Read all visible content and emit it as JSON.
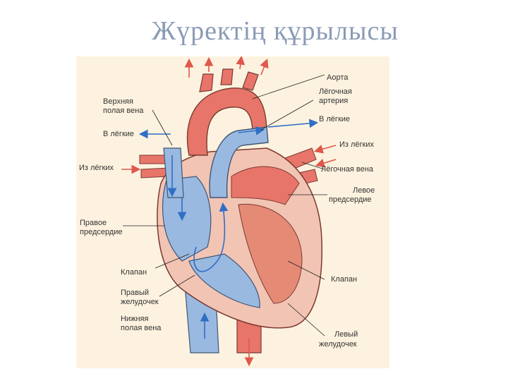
{
  "title": "Жүректің құрылысы",
  "labels": {
    "aorta": "Аорта",
    "pulmonary_artery_1": "Лёгочная",
    "pulmonary_artery_2": "артерия",
    "to_lungs_right": "В лёгкие",
    "from_lungs_right": "Из лёгких",
    "pulmonary_vein": "Лёгочная вена",
    "left_atrium_1": "Левое",
    "left_atrium_2": "предсердие",
    "valve_right": "Клапан",
    "left_ventricle_1": "Левый",
    "left_ventricle_2": "желудочек",
    "superior_vena_cava_1": "Верхняя",
    "superior_vena_cava_2": "полая вена",
    "to_lungs_left": "В лёгкие",
    "from_lungs_left": "Из лёгких",
    "right_atrium_1": "Правое",
    "right_atrium_2": "предсердие",
    "valve_left": "Клапан",
    "right_ventricle_1": "Правый",
    "right_ventricle_2": "желудочек",
    "inferior_vena_cava_1": "Нижняя",
    "inferior_vena_cava_2": "полая вена"
  },
  "colors": {
    "oxygenated": "#e8756a",
    "deoxygenated": "#9ab9e0",
    "muscle": "#f2c4b4",
    "arrow_red": "#e0574b",
    "arrow_blue": "#2f6fc4"
  }
}
